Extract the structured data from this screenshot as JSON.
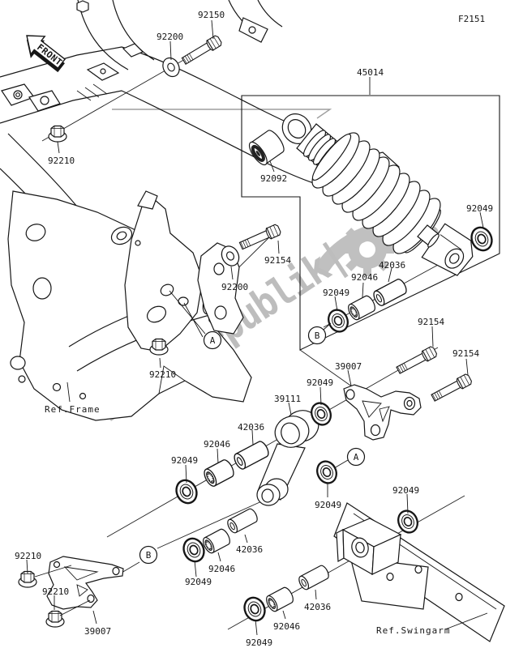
{
  "diagram": {
    "page_code": "F2151",
    "front_label": "FRONT",
    "watermark": "PartsRepublik|",
    "references": {
      "frame": "Ref.Frame",
      "swingarm": "Ref.Swingarm"
    },
    "markers": [
      {
        "letter": "A"
      },
      {
        "letter": "A"
      },
      {
        "letter": "B"
      },
      {
        "letter": "B"
      }
    ],
    "callouts": [
      {
        "part": "92150"
      },
      {
        "part": "92200"
      },
      {
        "part": "92210"
      },
      {
        "part": "45014"
      },
      {
        "part": "92092"
      },
      {
        "part": "92049"
      },
      {
        "part": "92154"
      },
      {
        "part": "92200"
      },
      {
        "part": "42036"
      },
      {
        "part": "92046"
      },
      {
        "part": "92049"
      },
      {
        "part": "92210"
      },
      {
        "part": "92154"
      },
      {
        "part": "92154"
      },
      {
        "part": "39007"
      },
      {
        "part": "92049"
      },
      {
        "part": "39111"
      },
      {
        "part": "42036"
      },
      {
        "part": "92046"
      },
      {
        "part": "92049"
      },
      {
        "part": "92049"
      },
      {
        "part": "92049"
      },
      {
        "part": "42036"
      },
      {
        "part": "92046"
      },
      {
        "part": "92049"
      },
      {
        "part": "92210"
      },
      {
        "part": "92210"
      },
      {
        "part": "39007"
      },
      {
        "part": "42036"
      },
      {
        "part": "92046"
      },
      {
        "part": "92049"
      }
    ]
  }
}
